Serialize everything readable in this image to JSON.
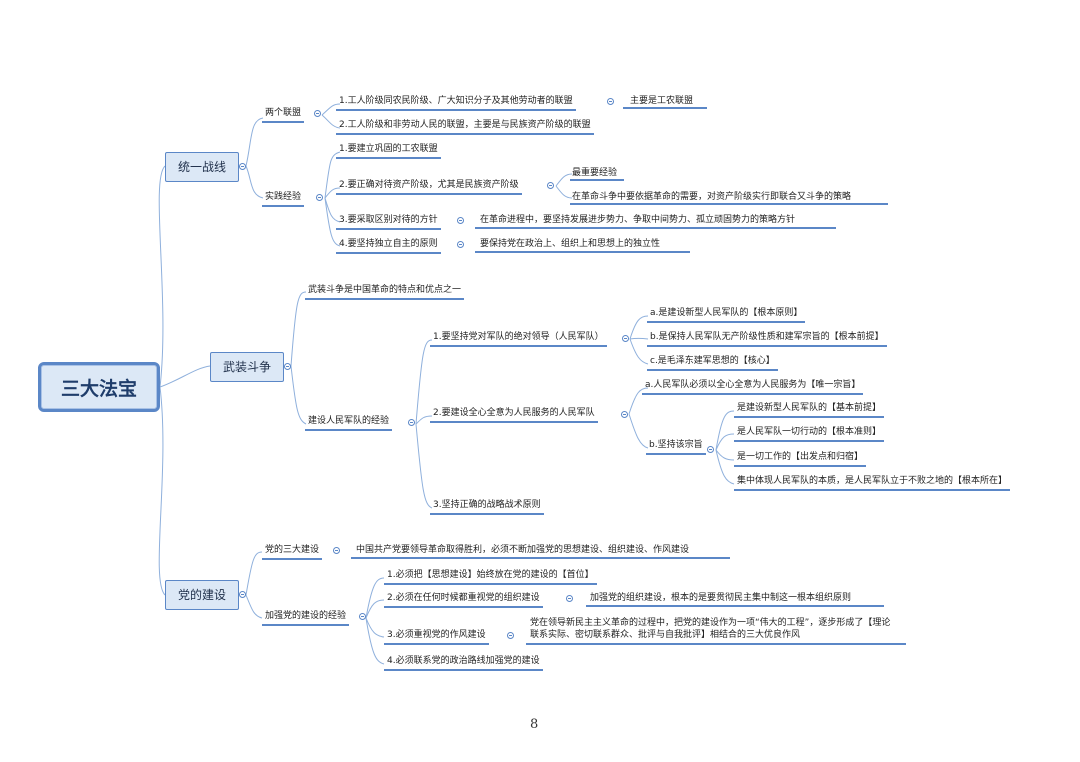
{
  "root": "三大法宝",
  "branch1": {
    "title": "统一战线",
    "two_alliances": {
      "label": "两个联盟",
      "a1": "1.工人阶级同农民阶级、广大知识分子及其他劳动者的联盟",
      "a1_note": "主要是工农联盟",
      "a2": "2.工人阶级和非劳动人民的联盟，主要是与民族资产阶级的联盟"
    },
    "practice": {
      "label": "实践经验",
      "p1": "1.要建立巩固的工农联盟",
      "p2": "2.要正确对待资产阶级，尤其是民族资产阶级",
      "p2_n1": "最重要经验",
      "p2_n2": "在革命斗争中要依据革命的需要，对资产阶级实行即联合又斗争的策略",
      "p3": "3.要采取区别对待的方针",
      "p3_note": "在革命进程中，要坚持发展进步势力、争取中间势力、孤立顽固势力的策略方针",
      "p4": "4.要坚持独立自主的原则",
      "p4_note": "要保持党在政治上、组织上和思想上的独立性"
    }
  },
  "branch2": {
    "title": "武装斗争",
    "feature": "武装斗争是中国革命的特点和优点之一",
    "experience": {
      "label": "建设人民军队的经验",
      "e1": "1.要坚持党对军队的绝对领导（人民军队）",
      "e1_a": "a.是建设新型人民军队的【根本原则】",
      "e1_b": "b.是保持人民军队无产阶级性质和建军宗旨的【根本前提】",
      "e1_c": "c.是毛泽东建军思想的【核心】",
      "e2": "2.要建设全心全意为人民服务的人民军队",
      "e2_a": "a.人民军队必须以全心全意为人民服务为【唯一宗旨】",
      "e2_b": "b.坚持该宗旨",
      "e2_b1": "是建设新型人民军队的【基本前提】",
      "e2_b2": "是人民军队一切行动的【根本准则】",
      "e2_b3": "是一切工作的【出发点和归宿】",
      "e2_b4": "集中体现人民军队的本质，是人民军队立于不败之地的【根本所在】",
      "e3": "3.坚持正确的战略战术原则"
    }
  },
  "branch3": {
    "title": "党的建设",
    "three": {
      "label": "党的三大建设",
      "note": "中国共产党要领导革命取得胜利，必须不断加强党的思想建设、组织建设、作风建设"
    },
    "strengthen": {
      "label": "加强党的建设的经验",
      "s1": "1.必须把【思想建设】始终放在党的建设的【首位】",
      "s2": "2.必须在任何时候都重视党的组织建设",
      "s2_note": "加强党的组织建设，根本的是要贯彻民主集中制这一根本组织原则",
      "s3": "3.必须重视党的作风建设",
      "s3_note": "党在领导新民主主义革命的过程中，把党的建设作为一项“伟大的工程”，逐步形成了【理论联系实际、密切联系群众、批评与自我批评】相结合的三大优良作风",
      "s4": "4.必须联系党的政治路线加强党的建设"
    }
  },
  "page_number": "8"
}
